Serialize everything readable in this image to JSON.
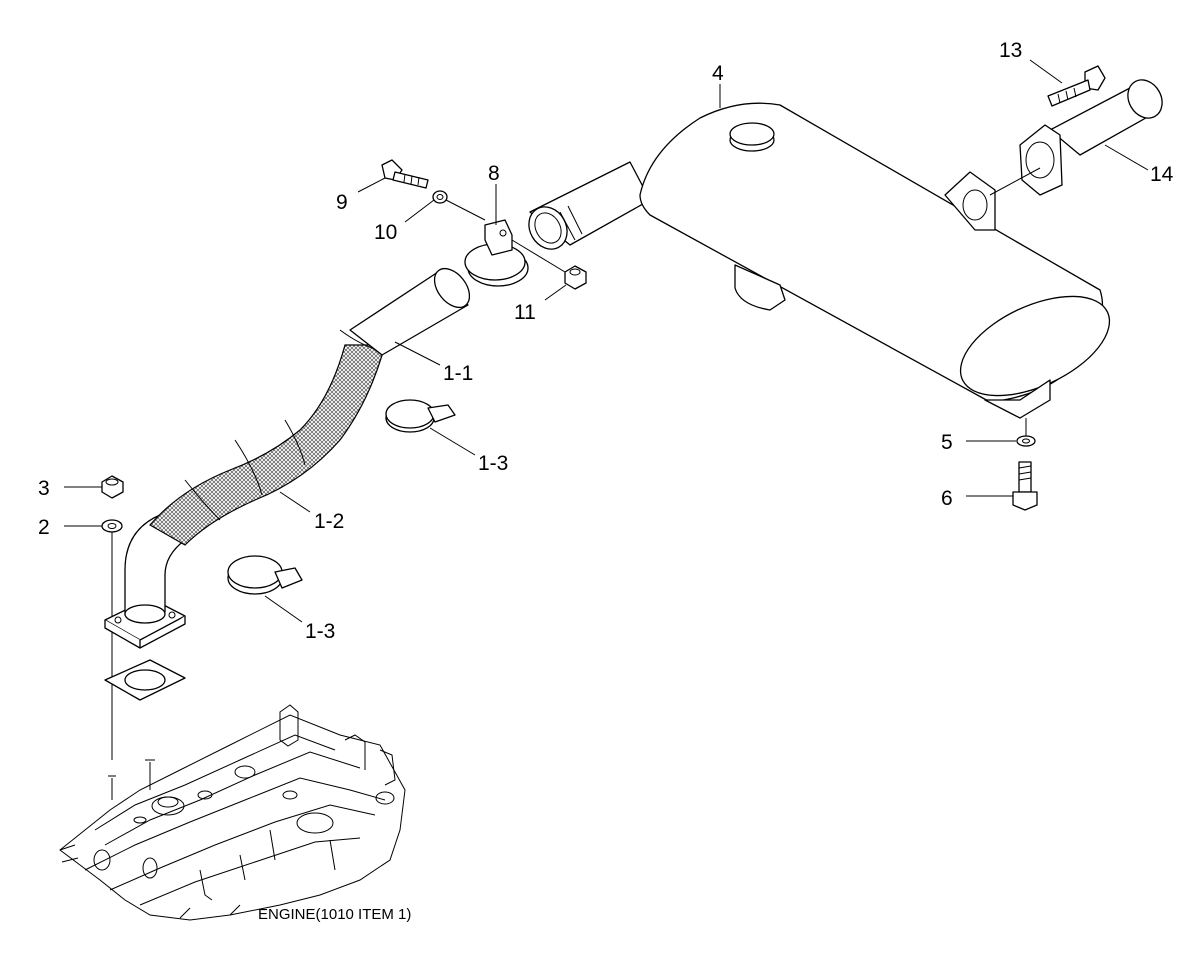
{
  "labels": {
    "l1_1": "1-1",
    "l1_2": "1-2",
    "l1_3a": "1-3",
    "l1_3b": "1-3",
    "l2": "2",
    "l3": "3",
    "l4": "4",
    "l5": "5",
    "l6": "6",
    "l8": "8",
    "l9": "9",
    "l10": "10",
    "l11": "11",
    "l13": "13",
    "l14": "14"
  },
  "caption": "ENGINE(1010 ITEM 1)"
}
